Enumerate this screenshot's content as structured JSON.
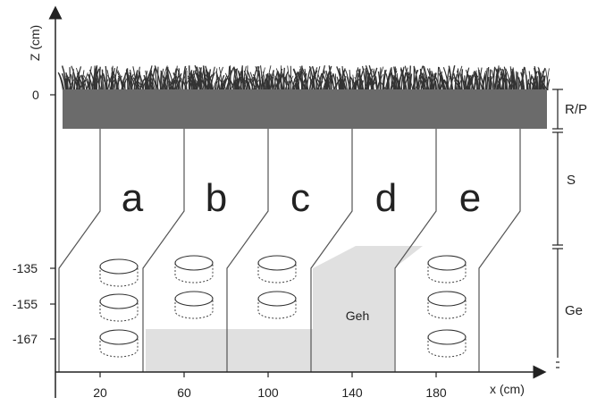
{
  "axes": {
    "x_label": "x (cm)",
    "z_label": "Z (cm)",
    "x_ticks": [
      "20",
      "60",
      "100",
      "140",
      "180"
    ],
    "z_ticks": [
      "0",
      "-135",
      "-155",
      "-167"
    ]
  },
  "columns": [
    "a",
    "b",
    "c",
    "d",
    "e"
  ],
  "zones": {
    "rp": "R/P",
    "s": "S",
    "ge": "Ge"
  },
  "region_label": "Geh",
  "colors": {
    "surface": "#6b6b6b",
    "grass": "#333333",
    "shaded_region": "#e0e0e0",
    "lines": "#555555"
  }
}
